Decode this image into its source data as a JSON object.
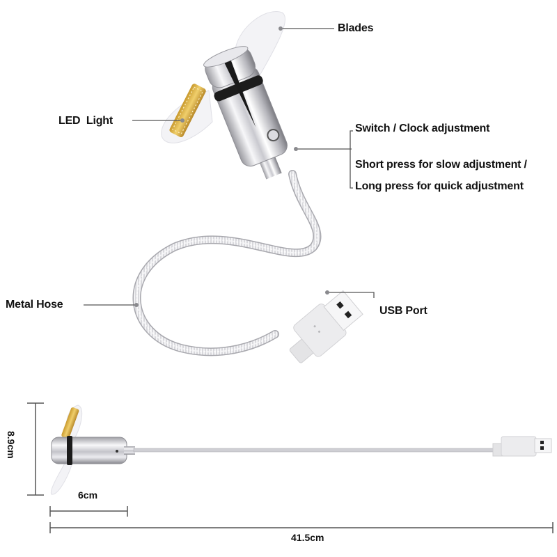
{
  "diagram": {
    "subject": "USB mini fan with LED clock",
    "callouts": {
      "blades": "Blades",
      "led_light": "LED  Light",
      "switch": "Switch / Clock adjustment",
      "short_press": "Short press for slow adjustment /",
      "long_press": "Long press for quick adjustment",
      "metal_hose": "Metal Hose",
      "usb_port": "USB Port"
    },
    "dimensions": {
      "height": "8.9cm",
      "head_length": "6cm",
      "total_length": "41.5cm"
    },
    "colors": {
      "leader_line": "#555555",
      "chrome_light": "#f2f2f4",
      "chrome_dark": "#8a8a90",
      "rubber_ring": "#1a1a1a",
      "led_strip": "#d8b24a",
      "usb_plug": "#ececec",
      "blade": "#f3f3f6"
    }
  }
}
